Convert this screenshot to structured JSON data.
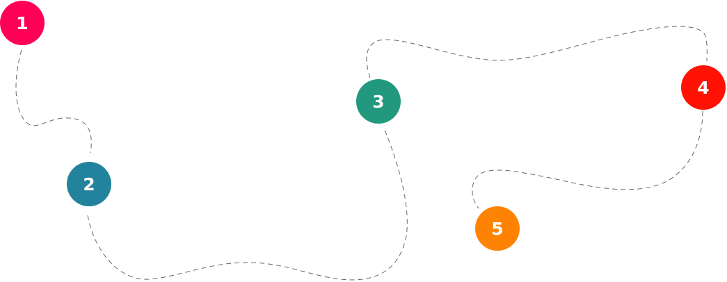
{
  "steps": [
    {
      "label": "1",
      "color": "#ff0057"
    },
    {
      "label": "2",
      "color": "#23829c"
    },
    {
      "label": "3",
      "color": "#22997e"
    },
    {
      "label": "4",
      "color": "#ff1203"
    },
    {
      "label": "5",
      "color": "#ff8303"
    }
  ],
  "connector": {
    "style": "dashed",
    "color": "#666666"
  }
}
